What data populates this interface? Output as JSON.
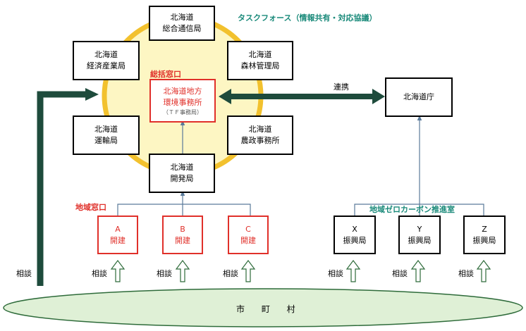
{
  "taskforce_label": "タスクフォース（情報共有・対応協議）",
  "soukatsu_label": "総括窓口",
  "chiiki_label": "地域窓口",
  "zero_carbon_label": "地域ゼロカーボン推進室",
  "renkei_label": "連携",
  "soudan_label": "相談",
  "shichouson_label": "市 町 村",
  "center": {
    "line1": "北海道地方",
    "line2": "環境事務所",
    "line3": "（ＴＦ事務局）"
  },
  "ring_boxes": [
    {
      "line1": "北海道",
      "line2": "総合通信局"
    },
    {
      "line1": "北海道",
      "line2": "経済産業局"
    },
    {
      "line1": "北海道",
      "line2": "森林管理局"
    },
    {
      "line1": "北海道",
      "line2": "運輸局"
    },
    {
      "line1": "北海道",
      "line2": "農政事務所"
    },
    {
      "line1": "北海道",
      "line2": "開発局"
    }
  ],
  "kaiken_boxes": [
    {
      "line1": "A",
      "line2": "開建"
    },
    {
      "line1": "B",
      "line2": "開建"
    },
    {
      "line1": "C",
      "line2": "開建"
    }
  ],
  "hokkaido_cho": "北海道庁",
  "shinko_boxes": [
    {
      "line1": "X",
      "line2": "振興局"
    },
    {
      "line1": "Y",
      "line2": "振興局"
    },
    {
      "line1": "Z",
      "line2": "振興局"
    }
  ],
  "colors": {
    "ring": "#f2c12e",
    "ring_fill": "#fdf6c3",
    "dark_green": "#1e4b3c",
    "red": "#e0302a",
    "teal": "#1a8a7a",
    "ground": "#dff0d6",
    "ground_stroke": "#2e6b3a"
  }
}
